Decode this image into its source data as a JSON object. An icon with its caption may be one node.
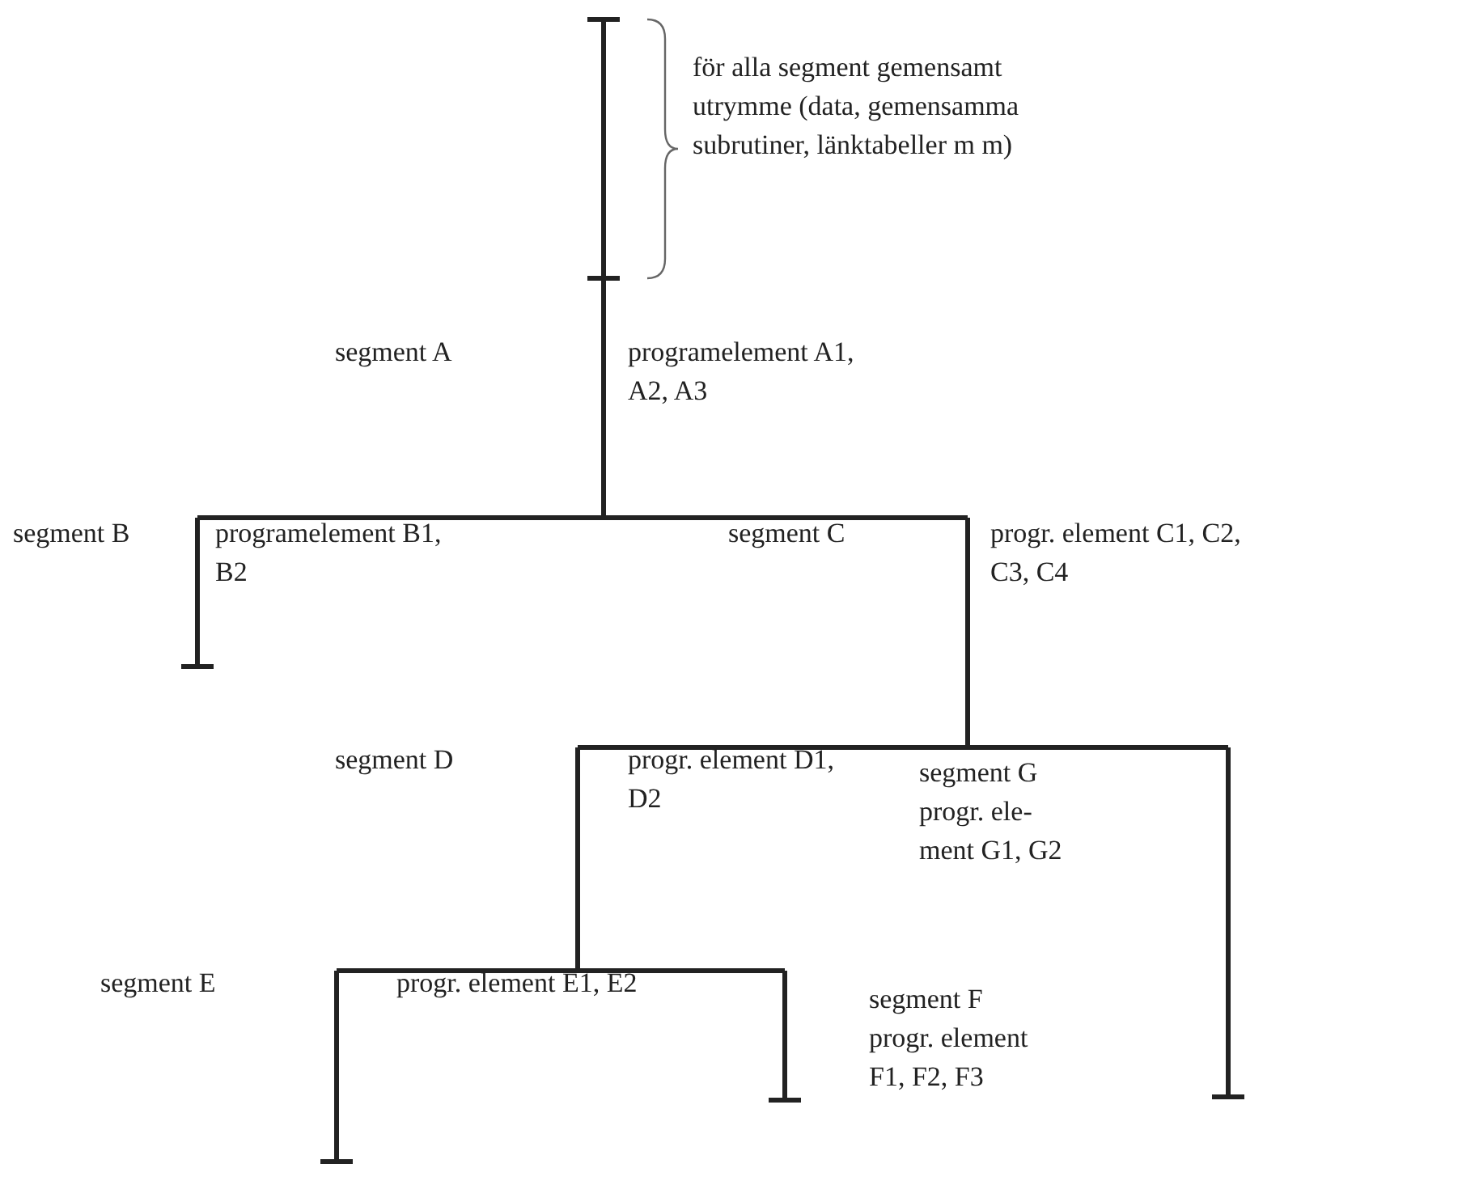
{
  "diagram": {
    "nodes": [
      {
        "text": [
          "segment A",
          "programelement A1, A2, A3"
        ]
      },
      {
        "text": [
          "segment B",
          "programelement B1, B2"
        ]
      },
      {
        "text": [
          "segment C",
          "progr. element C1, C2, C3, C4"
        ]
      },
      {
        "text": [
          "segment D",
          "progr. element D1, D2"
        ]
      },
      {
        "text": [
          "segment G",
          "progr. ele- ment G1, G2"
        ]
      },
      {
        "text": [
          "segment E",
          "progr. element E1, E2"
        ]
      },
      {
        "text": [
          "segment F",
          "progr. element F1, F2, F3"
        ]
      }
    ],
    "edges": [
      {
        "from": 0,
        "to": 1,
        "arrow": "none"
      },
      {
        "from": 0,
        "to": 2,
        "arrow": "none"
      },
      {
        "from": 2,
        "to": 3,
        "arrow": "none"
      },
      {
        "from": 2,
        "to": 4,
        "arrow": "none"
      },
      {
        "from": 3,
        "to": 5,
        "arrow": "none"
      },
      {
        "from": 3,
        "to": 6,
        "arrow": "none"
      }
    ],
    "labels": [
      "för alla segment gemensamt utrymme (data, gemensamma subrutiner, länktabeller m m)"
    ]
  }
}
